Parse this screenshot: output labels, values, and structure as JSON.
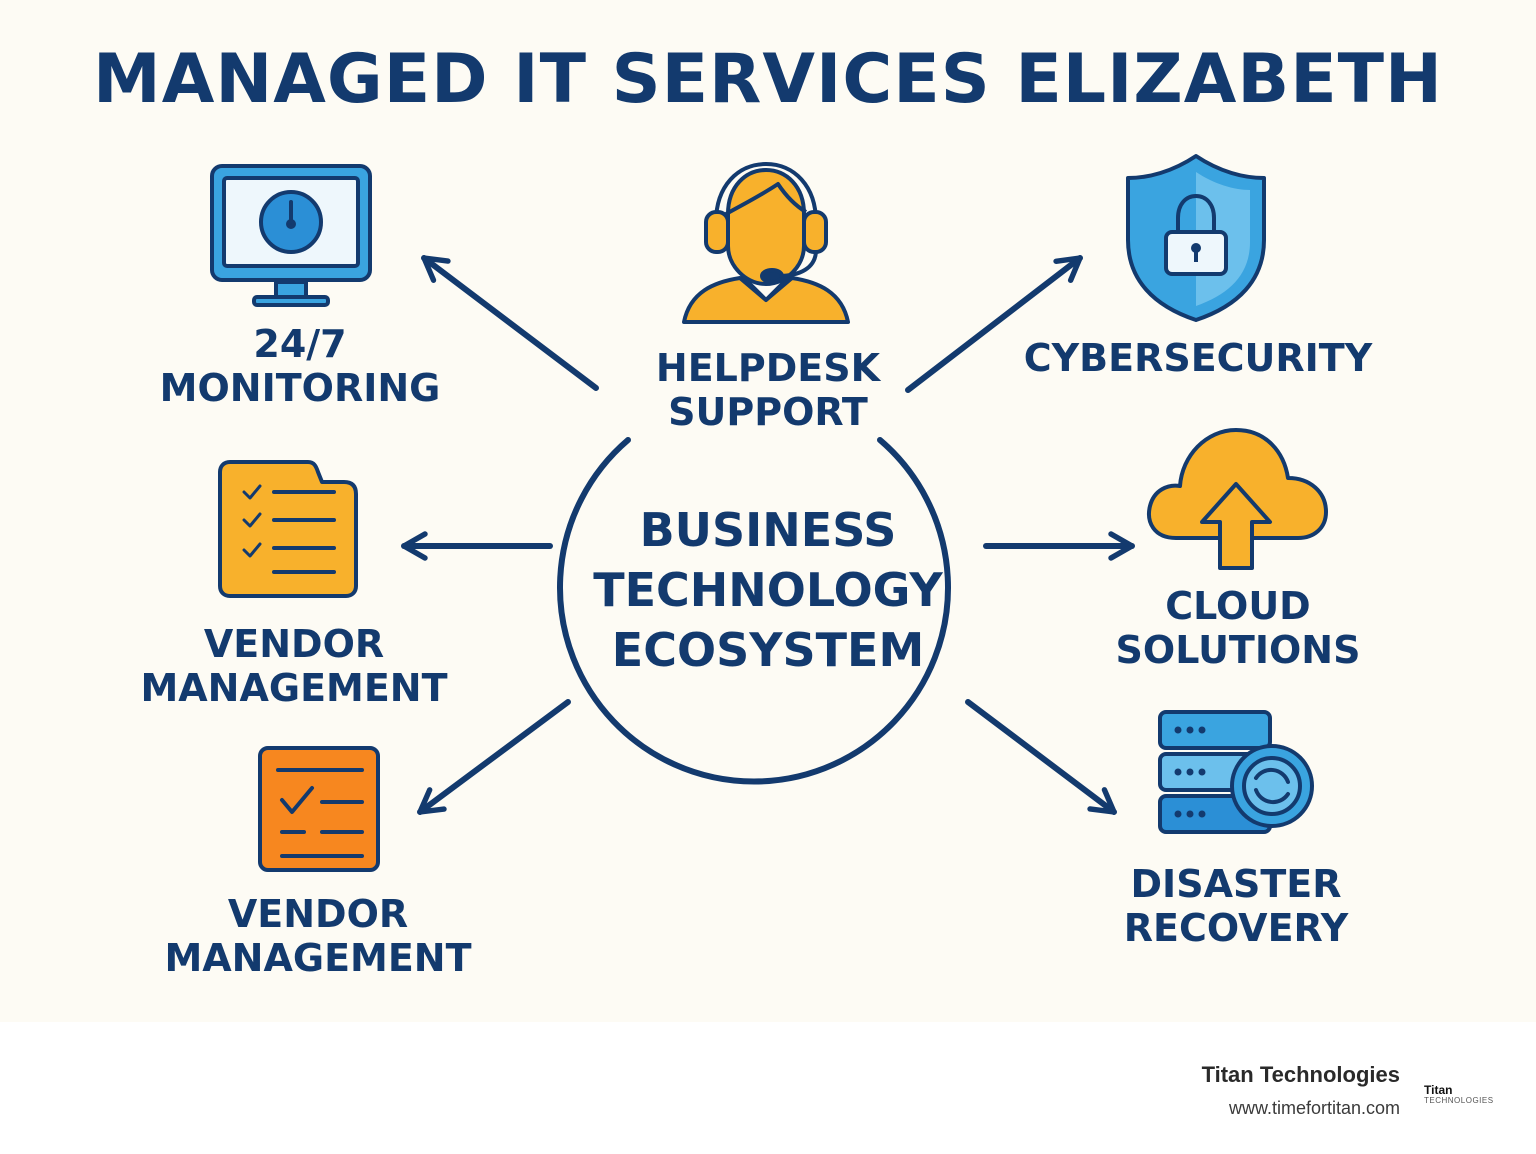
{
  "title": "MANAGED IT SERVICES ELIZABETH",
  "center": {
    "line1": "BUSINESS",
    "line2": "TECHNOLOGY",
    "line3": "ECOSYSTEM"
  },
  "nodes": {
    "monitoring": {
      "line1": "24/7",
      "line2": "MONITORING",
      "icon": "monitor-clock-icon"
    },
    "helpdesk": {
      "line1": "HELPDESK",
      "line2": "SUPPORT",
      "icon": "headset-agent-icon"
    },
    "cybersecurity": {
      "line1": "CYBERSECURITY",
      "icon": "shield-lock-icon"
    },
    "vendor_1": {
      "line1": "VENDOR",
      "line2": "MANAGEMENT",
      "icon": "checklist-folder-icon"
    },
    "cloud": {
      "line1": "CLOUD",
      "line2": "SOLUTIONS",
      "icon": "cloud-upload-icon"
    },
    "vendor_2": {
      "line1": "VENDOR",
      "line2": "MANAGEMENT",
      "icon": "checklist-document-icon"
    },
    "disaster": {
      "line1": "DISASTER",
      "line2": "RECOVERY",
      "icon": "server-backup-icon"
    }
  },
  "footer": {
    "brand": "Titan Technologies",
    "url": "www.timefortitan.com",
    "logo_main": "Titan",
    "logo_sub": "TECHNOLOGIES"
  },
  "colors": {
    "navy": "#133a6e",
    "blue": "#3aa4e0",
    "orange": "#f8b12c",
    "deep_orange": "#f7871f",
    "background": "#fdfbf4"
  }
}
